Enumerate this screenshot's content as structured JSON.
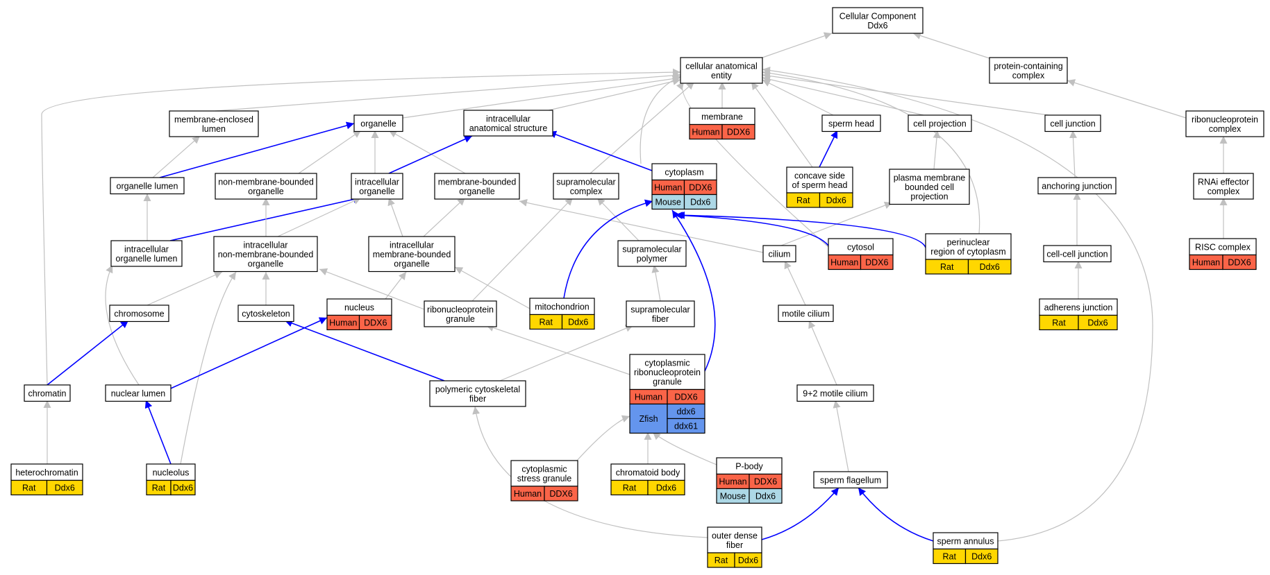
{
  "colors": {
    "edge_default": "#c0c0c0",
    "edge_highlight": "#0000ff",
    "Human": "#fa6448",
    "Rat": "#ffd700",
    "Mouse": "#add8e6",
    "Zfish": "#6495ed"
  },
  "nodes": {
    "cellular_component": {
      "lines": [
        "Cellular Component",
        "Ddx6"
      ]
    },
    "cellular_anatomical_entity": {
      "lines": [
        "cellular anatomical",
        "entity"
      ]
    },
    "protein_containing_complex": {
      "lines": [
        "protein-containing",
        "complex"
      ]
    },
    "membrane_enclosed_lumen": {
      "lines": [
        "membrane-enclosed",
        "lumen"
      ]
    },
    "organelle": {
      "lines": [
        "organelle"
      ]
    },
    "intracellular_anatomical_structure": {
      "lines": [
        "intracellular",
        "anatomical structure"
      ]
    },
    "membrane": {
      "lines": [
        "membrane"
      ],
      "rows": [
        [
          {
            "sp": "Human",
            "txt": "Human"
          },
          {
            "sp": "Human",
            "txt": "DDX6"
          }
        ]
      ]
    },
    "sperm_head": {
      "lines": [
        "sperm head"
      ]
    },
    "cell_projection": {
      "lines": [
        "cell projection"
      ]
    },
    "cell_junction": {
      "lines": [
        "cell junction"
      ]
    },
    "ribonucleoprotein_complex": {
      "lines": [
        "ribonucleoprotein",
        "complex"
      ]
    },
    "organelle_lumen": {
      "lines": [
        "organelle lumen"
      ]
    },
    "non_membrane_bounded_organelle": {
      "lines": [
        "non-membrane-bounded",
        "organelle"
      ]
    },
    "intracellular_organelle": {
      "lines": [
        "intracellular",
        "organelle"
      ]
    },
    "membrane_bounded_organelle": {
      "lines": [
        "membrane-bounded",
        "organelle"
      ]
    },
    "supramolecular_complex": {
      "lines": [
        "supramolecular",
        "complex"
      ]
    },
    "cytoplasm": {
      "lines": [
        "cytoplasm"
      ],
      "rows": [
        [
          {
            "sp": "Human",
            "txt": "Human"
          },
          {
            "sp": "Human",
            "txt": "DDX6"
          }
        ],
        [
          {
            "sp": "Mouse",
            "txt": "Mouse"
          },
          {
            "sp": "Mouse",
            "txt": "Ddx6"
          }
        ]
      ]
    },
    "concave_side": {
      "lines": [
        "concave side",
        "of sperm head"
      ],
      "rows": [
        [
          {
            "sp": "Rat",
            "txt": "Rat"
          },
          {
            "sp": "Rat",
            "txt": "Ddx6"
          }
        ]
      ]
    },
    "plasma_membrane_projection": {
      "lines": [
        "plasma membrane",
        "bounded cell",
        "projection"
      ]
    },
    "anchoring_junction": {
      "lines": [
        "anchoring junction"
      ]
    },
    "rnai_effector_complex": {
      "lines": [
        "RNAi effector",
        "complex"
      ]
    },
    "intracellular_organelle_lumen": {
      "lines": [
        "intracellular",
        "organelle lumen"
      ]
    },
    "intracellular_non_membrane_organelle": {
      "lines": [
        "intracellular",
        "non-membrane-bounded",
        "organelle"
      ]
    },
    "intracellular_membrane_organelle": {
      "lines": [
        "intracellular",
        "membrane-bounded",
        "organelle"
      ]
    },
    "supramolecular_polymer": {
      "lines": [
        "supramolecular",
        "polymer"
      ]
    },
    "cilium": {
      "lines": [
        "cilium"
      ]
    },
    "cytosol": {
      "lines": [
        "cytosol"
      ],
      "rows": [
        [
          {
            "sp": "Human",
            "txt": "Human"
          },
          {
            "sp": "Human",
            "txt": "DDX6"
          }
        ]
      ]
    },
    "perinuclear_region": {
      "lines": [
        "perinuclear",
        "region of cytoplasm"
      ],
      "rows": [
        [
          {
            "sp": "Rat",
            "txt": "Rat"
          },
          {
            "sp": "Rat",
            "txt": "Ddx6"
          }
        ]
      ]
    },
    "cell_cell_junction": {
      "lines": [
        "cell-cell junction"
      ]
    },
    "risc_complex": {
      "lines": [
        "RISC complex"
      ],
      "rows": [
        [
          {
            "sp": "Human",
            "txt": "Human"
          },
          {
            "sp": "Human",
            "txt": "DDX6"
          }
        ]
      ]
    },
    "chromosome": {
      "lines": [
        "chromosome"
      ]
    },
    "cytoskeleton": {
      "lines": [
        "cytoskeleton"
      ]
    },
    "nucleus": {
      "lines": [
        "nucleus"
      ],
      "rows": [
        [
          {
            "sp": "Human",
            "txt": "Human"
          },
          {
            "sp": "Human",
            "txt": "DDX6"
          }
        ]
      ]
    },
    "ribonucleoprotein_granule": {
      "lines": [
        "ribonucleoprotein",
        "granule"
      ]
    },
    "mitochondrion": {
      "lines": [
        "mitochondrion"
      ],
      "rows": [
        [
          {
            "sp": "Rat",
            "txt": "Rat"
          },
          {
            "sp": "Rat",
            "txt": "Ddx6"
          }
        ]
      ]
    },
    "supramolecular_fiber": {
      "lines": [
        "supramolecular",
        "fiber"
      ]
    },
    "motile_cilium": {
      "lines": [
        "motile cilium"
      ]
    },
    "adherens_junction": {
      "lines": [
        "adherens junction"
      ],
      "rows": [
        [
          {
            "sp": "Rat",
            "txt": "Rat"
          },
          {
            "sp": "Rat",
            "txt": "Ddx6"
          }
        ]
      ]
    },
    "cytoplasmic_rnp_granule": {
      "lines": [
        "cytoplasmic",
        "ribonucleoprotein",
        "granule"
      ],
      "rows": [
        [
          {
            "sp": "Human",
            "txt": "Human"
          },
          {
            "sp": "Human",
            "txt": "DDX6"
          }
        ]
      ],
      "zfish": {
        "label": "Zfish",
        "genes": [
          "ddx6",
          "ddx61"
        ]
      }
    },
    "chromatin": {
      "lines": [
        "chromatin"
      ]
    },
    "nuclear_lumen": {
      "lines": [
        "nuclear lumen"
      ]
    },
    "polymeric_cytoskeletal_fiber": {
      "lines": [
        "polymeric cytoskeletal",
        "fiber"
      ]
    },
    "nine_two_motile_cilium": {
      "lines": [
        "9+2 motile cilium"
      ]
    },
    "heterochromatin": {
      "lines": [
        "heterochromatin"
      ],
      "rows": [
        [
          {
            "sp": "Rat",
            "txt": "Rat"
          },
          {
            "sp": "Rat",
            "txt": "Ddx6"
          }
        ]
      ]
    },
    "nucleolus": {
      "lines": [
        "nucleolus"
      ],
      "rows": [
        [
          {
            "sp": "Rat",
            "txt": "Rat"
          },
          {
            "sp": "Rat",
            "txt": "Ddx6"
          }
        ]
      ]
    },
    "cytoplasmic_stress_granule": {
      "lines": [
        "cytoplasmic",
        "stress granule"
      ],
      "rows": [
        [
          {
            "sp": "Human",
            "txt": "Human"
          },
          {
            "sp": "Human",
            "txt": "DDX6"
          }
        ]
      ]
    },
    "chromatoid_body": {
      "lines": [
        "chromatoid body"
      ],
      "rows": [
        [
          {
            "sp": "Rat",
            "txt": "Rat"
          },
          {
            "sp": "Rat",
            "txt": "Ddx6"
          }
        ]
      ]
    },
    "p_body": {
      "lines": [
        "P-body"
      ],
      "rows": [
        [
          {
            "sp": "Human",
            "txt": "Human"
          },
          {
            "sp": "Human",
            "txt": "DDX6"
          }
        ],
        [
          {
            "sp": "Mouse",
            "txt": "Mouse"
          },
          {
            "sp": "Mouse",
            "txt": "Ddx6"
          }
        ]
      ]
    },
    "sperm_flagellum": {
      "lines": [
        "sperm flagellum"
      ]
    },
    "outer_dense_fiber": {
      "lines": [
        "outer dense",
        "fiber"
      ],
      "rows": [
        [
          {
            "sp": "Rat",
            "txt": "Rat"
          },
          {
            "sp": "Rat",
            "txt": "Ddx6"
          }
        ]
      ]
    },
    "sperm_annulus": {
      "lines": [
        "sperm annulus"
      ],
      "rows": [
        [
          {
            "sp": "Rat",
            "txt": "Rat"
          },
          {
            "sp": "Rat",
            "txt": "Ddx6"
          }
        ]
      ]
    }
  },
  "edges": [
    {
      "from": "cellular_anatomical_entity",
      "to": "cellular_component"
    },
    {
      "from": "protein_containing_complex",
      "to": "cellular_component"
    },
    {
      "from": "ribonucleoprotein_complex",
      "to": "protein_containing_complex"
    },
    {
      "from": "membrane_enclosed_lumen",
      "to": "cellular_anatomical_entity"
    },
    {
      "from": "organelle",
      "to": "cellular_anatomical_entity"
    },
    {
      "from": "intracellular_anatomical_structure",
      "to": "cellular_anatomical_entity"
    },
    {
      "from": "membrane",
      "to": "cellular_anatomical_entity"
    },
    {
      "from": "sperm_head",
      "to": "cellular_anatomical_entity"
    },
    {
      "from": "cell_projection",
      "to": "cellular_anatomical_entity"
    },
    {
      "from": "cell_junction",
      "to": "cellular_anatomical_entity"
    },
    {
      "from": "chromatin",
      "to": "cellular_anatomical_entity"
    },
    {
      "from": "supramolecular_complex",
      "to": "cellular_anatomical_entity"
    },
    {
      "from": "cytoplasm",
      "to": "cellular_anatomical_entity"
    },
    {
      "from": "concave_side",
      "to": "cellular_anatomical_entity"
    },
    {
      "from": "cytosol",
      "to": "cellular_anatomical_entity"
    },
    {
      "from": "perinuclear_region",
      "to": "cellular_anatomical_entity"
    },
    {
      "from": "sperm_annulus",
      "to": "cellular_anatomical_entity"
    },
    {
      "from": "organelle_lumen",
      "to": "membrane_enclosed_lumen"
    },
    {
      "from": "organelle_lumen",
      "to": "organelle",
      "hl": true
    },
    {
      "from": "non_membrane_bounded_organelle",
      "to": "organelle"
    },
    {
      "from": "intracellular_organelle",
      "to": "organelle"
    },
    {
      "from": "membrane_bounded_organelle",
      "to": "organelle"
    },
    {
      "from": "intracellular_organelle",
      "to": "intracellular_anatomical_structure",
      "hl": true
    },
    {
      "from": "cytoplasm",
      "to": "intracellular_anatomical_structure",
      "hl": true
    },
    {
      "from": "concave_side",
      "to": "sperm_head",
      "hl": true
    },
    {
      "from": "plasma_membrane_projection",
      "to": "cell_projection"
    },
    {
      "from": "anchoring_junction",
      "to": "cell_junction"
    },
    {
      "from": "rnai_effector_complex",
      "to": "ribonucleoprotein_complex"
    },
    {
      "from": "intracellular_organelle_lumen",
      "to": "organelle_lumen"
    },
    {
      "from": "intracellular_organelle_lumen",
      "to": "intracellular_organelle",
      "hl": true
    },
    {
      "from": "intracellular_non_membrane_organelle",
      "to": "non_membrane_bounded_organelle"
    },
    {
      "from": "intracellular_non_membrane_organelle",
      "to": "intracellular_organelle"
    },
    {
      "from": "intracellular_membrane_organelle",
      "to": "intracellular_organelle"
    },
    {
      "from": "intracellular_membrane_organelle",
      "to": "membrane_bounded_organelle"
    },
    {
      "from": "supramolecular_polymer",
      "to": "supramolecular_complex"
    },
    {
      "from": "ribonucleoprotein_granule",
      "to": "supramolecular_complex"
    },
    {
      "from": "cilium",
      "to": "membrane_bounded_organelle"
    },
    {
      "from": "cilium",
      "to": "plasma_membrane_projection"
    },
    {
      "from": "mitochondrion",
      "to": "cytoplasm",
      "hl": true
    },
    {
      "from": "cytoplasmic_rnp_granule",
      "to": "cytoplasm",
      "hl": true
    },
    {
      "from": "cytosol",
      "to": "cytoplasm",
      "hl": true
    },
    {
      "from": "perinuclear_region",
      "to": "cytoplasm",
      "hl": true
    },
    {
      "from": "cell_cell_junction",
      "to": "anchoring_junction"
    },
    {
      "from": "risc_complex",
      "to": "rnai_effector_complex"
    },
    {
      "from": "chromosome",
      "to": "intracellular_non_membrane_organelle"
    },
    {
      "from": "cytoskeleton",
      "to": "intracellular_non_membrane_organelle"
    },
    {
      "from": "nucleolus",
      "to": "intracellular_non_membrane_organelle"
    },
    {
      "from": "ribonucleoprotein_granule",
      "to": "intracellular_non_membrane_organelle"
    },
    {
      "from": "nucleus",
      "to": "intracellular_membrane_organelle"
    },
    {
      "from": "mitochondrion",
      "to": "intracellular_membrane_organelle"
    },
    {
      "from": "nuclear_lumen",
      "to": "intracellular_organelle_lumen"
    },
    {
      "from": "supramolecular_fiber",
      "to": "supramolecular_polymer"
    },
    {
      "from": "motile_cilium",
      "to": "cilium"
    },
    {
      "from": "adherens_junction",
      "to": "cell_cell_junction"
    },
    {
      "from": "chromatin",
      "to": "chromosome",
      "hl": true
    },
    {
      "from": "nuclear_lumen",
      "to": "nucleus",
      "hl": true
    },
    {
      "from": "polymeric_cytoskeletal_fiber",
      "to": "cytoskeleton",
      "hl": true
    },
    {
      "from": "polymeric_cytoskeletal_fiber",
      "to": "supramolecular_fiber"
    },
    {
      "from": "cytoplasmic_rnp_granule",
      "to": "ribonucleoprotein_granule"
    },
    {
      "from": "nine_two_motile_cilium",
      "to": "motile_cilium"
    },
    {
      "from": "heterochromatin",
      "to": "chromatin"
    },
    {
      "from": "nucleolus",
      "to": "nuclear_lumen",
      "hl": true
    },
    {
      "from": "outer_dense_fiber",
      "to": "polymeric_cytoskeletal_fiber"
    },
    {
      "from": "sperm_flagellum",
      "to": "nine_two_motile_cilium"
    },
    {
      "from": "cytoplasmic_stress_granule",
      "to": "cytoplasmic_rnp_granule"
    },
    {
      "from": "chromatoid_body",
      "to": "cytoplasmic_rnp_granule"
    },
    {
      "from": "p_body",
      "to": "cytoplasmic_rnp_granule"
    },
    {
      "from": "outer_dense_fiber",
      "to": "sperm_flagellum",
      "hl": true
    },
    {
      "from": "sperm_annulus",
      "to": "sperm_flagellum",
      "hl": true
    }
  ]
}
